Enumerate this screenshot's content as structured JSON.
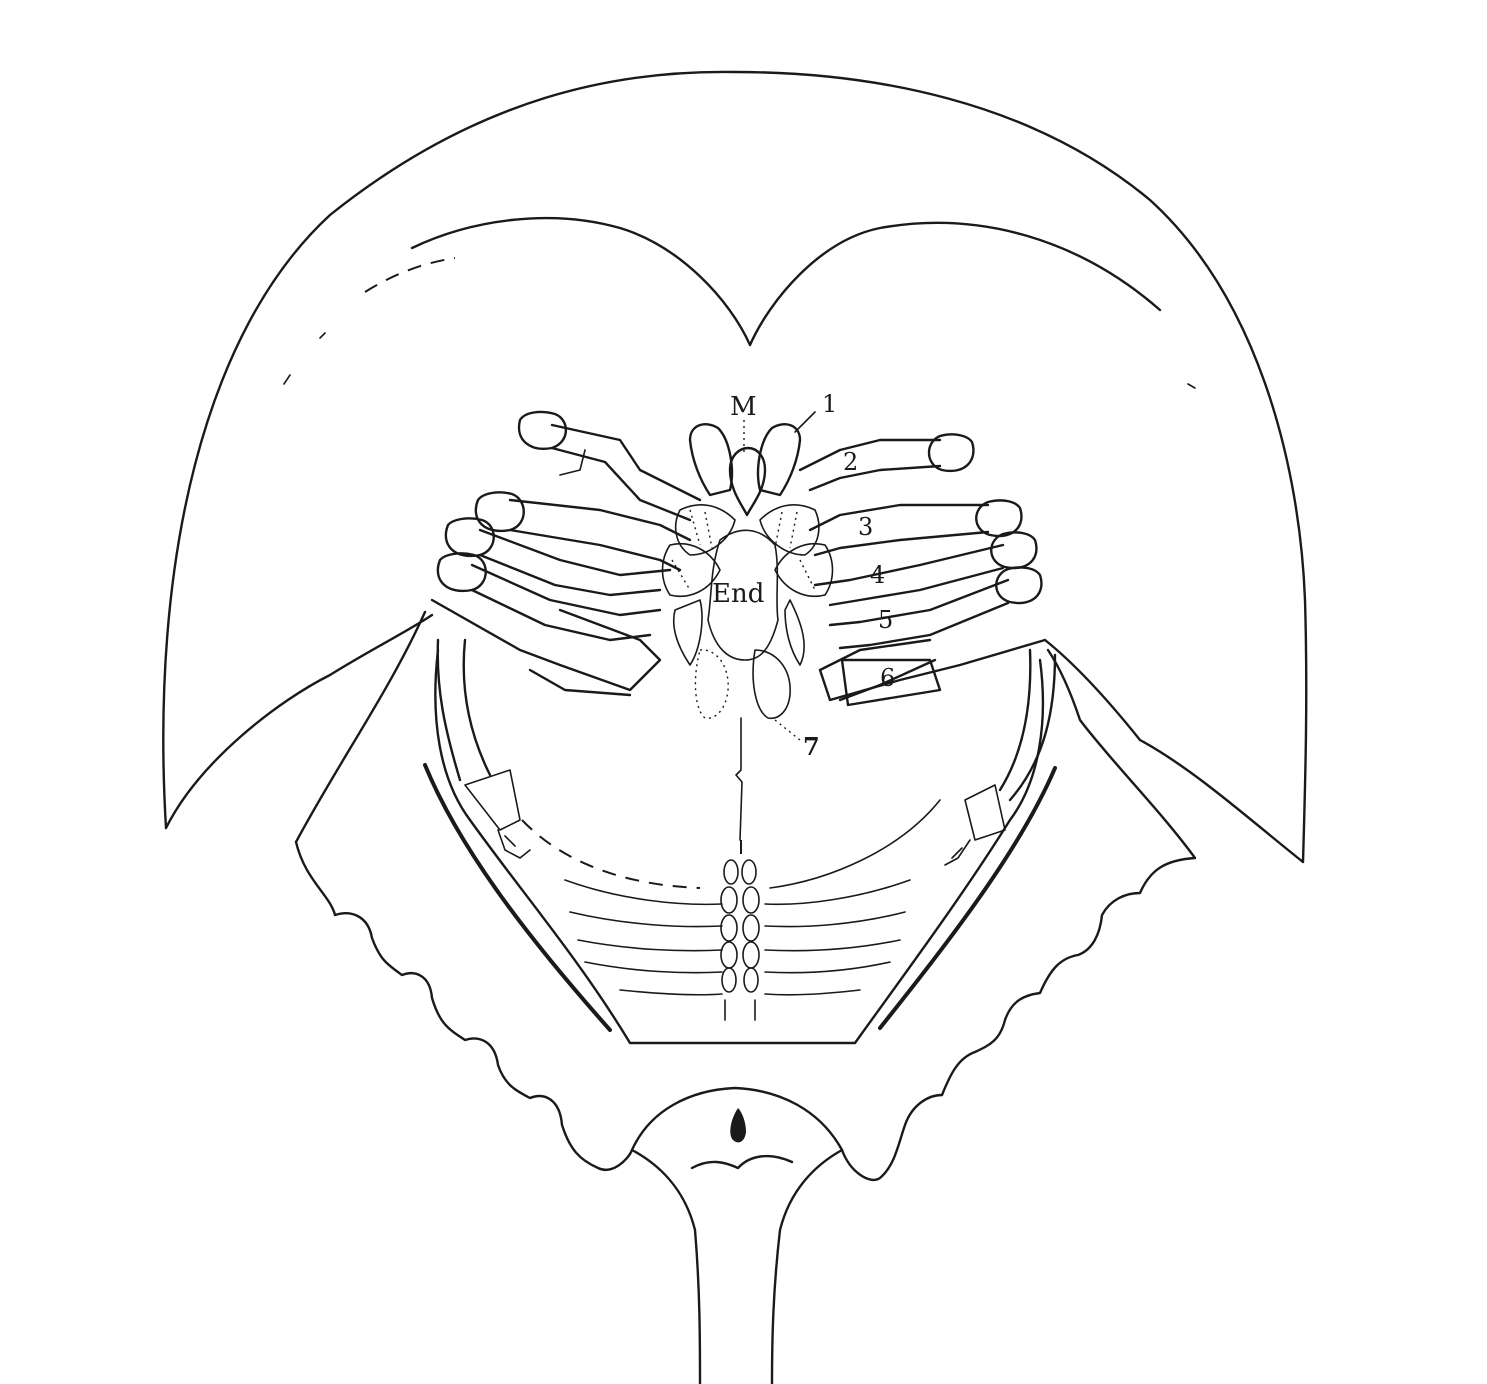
{
  "colors": {
    "ink": "#1a1a1a",
    "paper": "#ffffff"
  },
  "labels": {
    "mouth": "M",
    "endosternite": "End",
    "leg_1": "1",
    "leg_2": "2",
    "leg_3": "3",
    "leg_4": "4",
    "leg_5": "5",
    "leg_6": "6",
    "leg_7": "7"
  }
}
